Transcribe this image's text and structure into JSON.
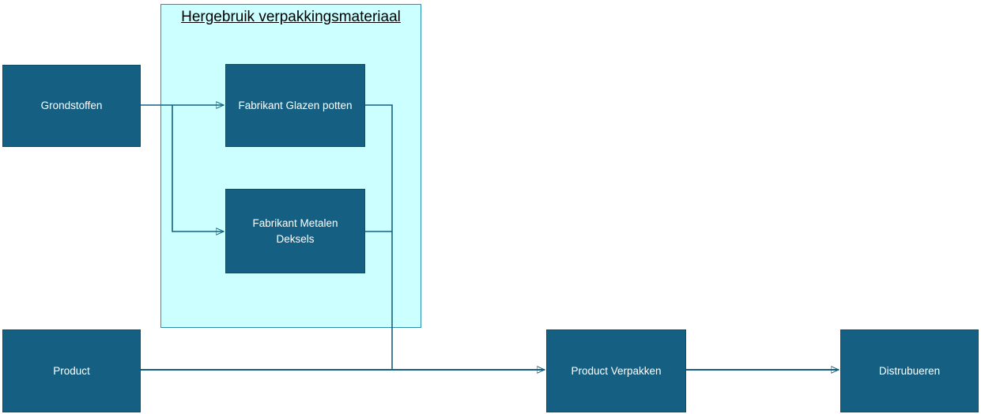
{
  "diagram": {
    "group": {
      "title": "Hergebruik verpakkingsmateriaal"
    },
    "nodes": {
      "grondstoffen": {
        "label": "Grondstoffen"
      },
      "fabrikant_glazen_potten": {
        "label": "Fabrikant Glazen potten"
      },
      "fabrikant_metalen_deksels": {
        "label": "Fabrikant Metalen Deksels"
      },
      "product": {
        "label": "Product"
      },
      "product_verpakken": {
        "label": "Product Verpakken"
      },
      "distrubueren": {
        "label": "Distrubueren"
      }
    },
    "connections": [
      {
        "from": "grondstoffen",
        "to": "fabrikant_glazen_potten"
      },
      {
        "from": "grondstoffen",
        "to": "fabrikant_metalen_deksels"
      },
      {
        "from": "fabrikant_glazen_potten",
        "to": "product_verpakken"
      },
      {
        "from": "fabrikant_metalen_deksels",
        "to": "product_verpakken"
      },
      {
        "from": "product",
        "to": "product_verpakken"
      },
      {
        "from": "product_verpakken",
        "to": "distrubueren"
      }
    ],
    "colors": {
      "node_fill": "#156082",
      "node_border": "#0f4c6a",
      "node_text": "#ffffff",
      "connector": "#156082",
      "group_fill": "#ccffff",
      "group_border": "#2e8fa8",
      "title_text": "#000000"
    }
  }
}
